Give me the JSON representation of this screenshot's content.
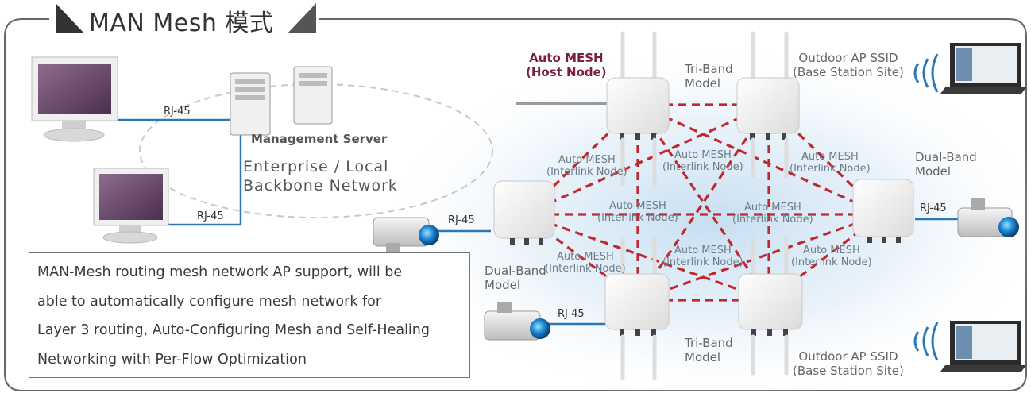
{
  "title": "MAN Mesh 模式",
  "host_node": {
    "line1": "Auto MESH",
    "line2": "(Host Node)"
  },
  "interlink_label": {
    "line1": "Auto MESH",
    "line2": "(Interlink Node)"
  },
  "tri_band": {
    "line1": "Tri-Band",
    "line2": "Model"
  },
  "dual_band": {
    "line1": "Dual-Band",
    "line2": "Model"
  },
  "outdoor_ap": {
    "line1": "Outdoor AP SSID",
    "line2": "(Base Station Site)"
  },
  "rj45": "RJ-45",
  "management_server": "Management Server",
  "backbone": {
    "line1": "Enterprise / Local",
    "line2": "Backbone Network"
  },
  "description": [
    "MAN-Mesh routing mesh network AP support, will be",
    "able to automatically configure mesh network for",
    "Layer 3 routing, Auto-Configuring Mesh and Self-Healing",
    "Networking with Per-Flow Optimization"
  ],
  "colors": {
    "mesh_link": "#c0282d",
    "ethernet": "#2a78b8",
    "host_label": "#7a1f3d",
    "frame": "#666666"
  }
}
